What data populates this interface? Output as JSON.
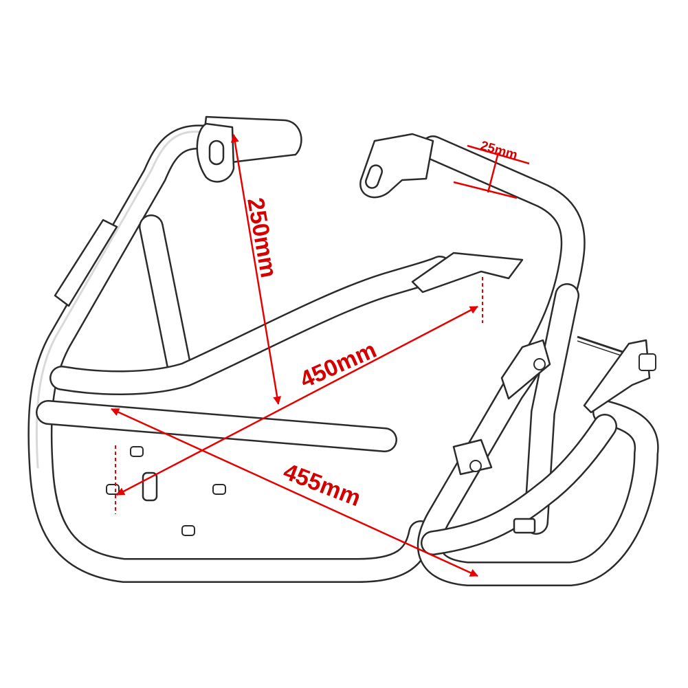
{
  "dimensions": {
    "height_label": "250mm",
    "width_label": "450mm",
    "length_label": "455mm",
    "tube_diameter_label": "25mm"
  },
  "colors": {
    "dimension": "#e60000",
    "outline": "#2b2b2b",
    "background": "#ffffff"
  }
}
